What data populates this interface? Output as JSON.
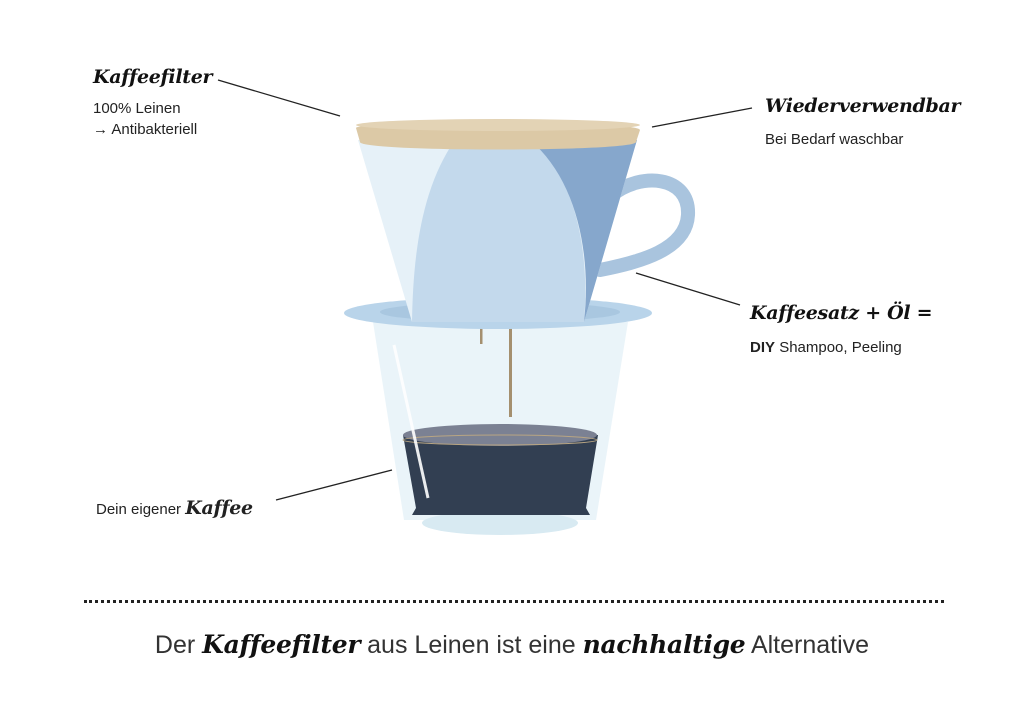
{
  "labels": {
    "filter_title": "Kaffeefilter",
    "filter_line1": "100% Leinen",
    "filter_arrow": "→",
    "filter_line2": "Antibakteriell",
    "reuse_title": "Wiederverwendbar",
    "reuse_sub": "Bei Bedarf waschbar",
    "grounds_title": "Kaffeesatz + Öl =",
    "grounds_bold": "DIY",
    "grounds_rest": "Shampoo, Peeling",
    "coffee_prefix": "Dein eigener",
    "coffee_script": "Kaffee"
  },
  "tagline": {
    "part1": "Der",
    "part2": "Kaffeefilter",
    "part3": "aus Leinen ist eine",
    "part4": "nachhaltige",
    "part5": "Alternative"
  },
  "colors": {
    "filter_linen": "#dcc9a6",
    "dripper_light": "#e6f1f8",
    "dripper_mid": "#c3d9ec",
    "dripper_dark": "#86a7cc",
    "saucer": "#b9d4ea",
    "glass": "#e6f2f8",
    "coffee": "#323f52",
    "coffee_top": "#7b8193"
  }
}
